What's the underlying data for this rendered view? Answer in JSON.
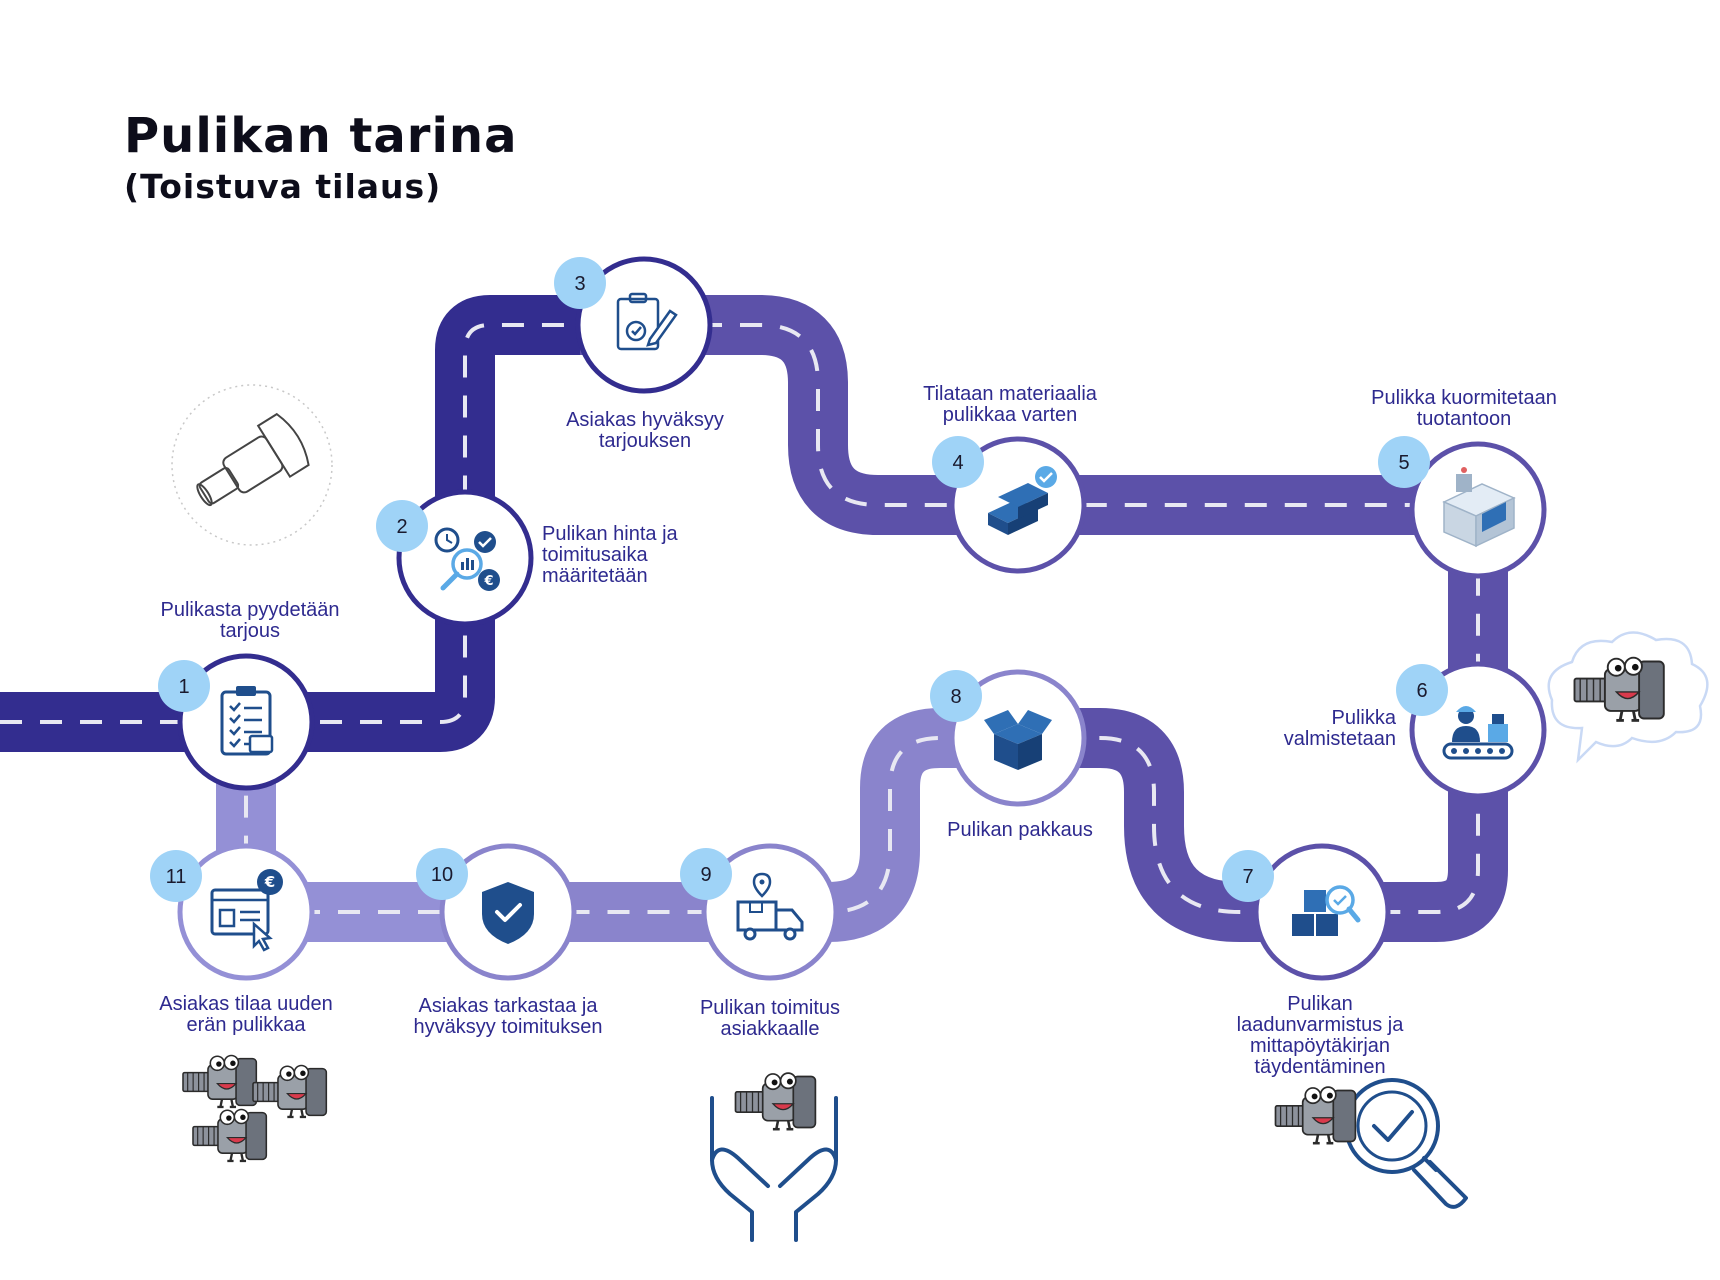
{
  "title": "Pulikan tarina",
  "subtitle": "(Toistuva tilaus)",
  "colors": {
    "road_dark": "#332d8f",
    "road_mid": "#5c51a9",
    "road_light": "#8a84cc",
    "road_dash": "#e8e8f2",
    "number_badge": "#9fd3f7",
    "icon_blue": "#1f4e8c",
    "label_text": "#2e2a8f"
  },
  "steps": [
    {
      "number": "1",
      "lines": [
        "Pulikasta pyydetään",
        "tarjous"
      ],
      "icon": "clipboard-checklist-icon"
    },
    {
      "number": "2",
      "lines": [
        "Pulikan hinta ja",
        "toimitusaika",
        "määritetään"
      ],
      "icon": "price-analysis-icon"
    },
    {
      "number": "3",
      "lines": [
        "Asiakas hyväksyy",
        "tarjouksen"
      ],
      "icon": "clipboard-pencil-icon"
    },
    {
      "number": "4",
      "lines": [
        "Tilataan materiaalia",
        "pulikkaa varten"
      ],
      "icon": "material-blocks-icon"
    },
    {
      "number": "5",
      "lines": [
        "Pulikka kuormitetaan",
        "tuotantoon"
      ],
      "icon": "cnc-machine-icon"
    },
    {
      "number": "6",
      "lines": [
        "Pulikka",
        "valmistetaan"
      ],
      "icon": "assembly-line-icon"
    },
    {
      "number": "7",
      "lines": [
        "Pulikan",
        "laadunvarmistus ja",
        "mittapöytäkirjan",
        "täydentäminen"
      ],
      "icon": "boxes-inspection-icon"
    },
    {
      "number": "8",
      "lines": [
        "Pulikan pakkaus"
      ],
      "icon": "open-box-icon"
    },
    {
      "number": "9",
      "lines": [
        "Pulikan toimitus",
        "asiakkaalle"
      ],
      "icon": "delivery-truck-icon"
    },
    {
      "number": "10",
      "lines": [
        "Asiakas tarkastaa ja",
        "hyväksyy toimituksen"
      ],
      "icon": "shield-check-icon"
    },
    {
      "number": "11",
      "lines": [
        "Asiakas tilaa uuden",
        "erän pulikkaa"
      ],
      "icon": "online-order-icon"
    }
  ],
  "decorations": {
    "start_sketch": "bolt-sketch-icon",
    "thought_cloud": "thought-cloud-icon",
    "mascot": "bolt-mascot-icon",
    "hands": "caring-hands-icon",
    "magnifier": "magnifier-check-icon"
  }
}
